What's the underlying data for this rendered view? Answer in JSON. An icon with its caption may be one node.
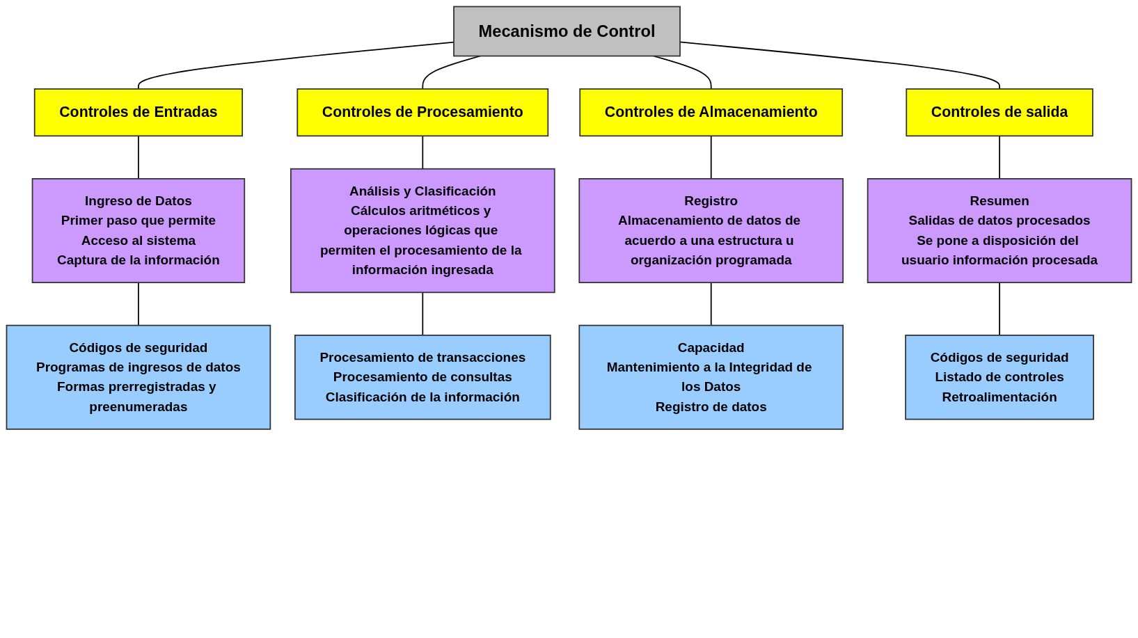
{
  "diagram": {
    "nodes": [
      {
        "text": [
          "Mecanismo de Control"
        ]
      },
      {
        "text": [
          "Controles de Entradas"
        ]
      },
      {
        "text": [
          "Controles de Procesamiento"
        ]
      },
      {
        "text": [
          "Controles de Almacenamiento"
        ]
      },
      {
        "text": [
          "Controles de salida"
        ]
      },
      {
        "text": [
          "Ingreso de Datos",
          "Primer paso que permite",
          "Acceso al sistema",
          "Captura de la información"
        ]
      },
      {
        "text": [
          "Análisis y Clasificación",
          "Cálculos aritméticos y operaciones lógicas que permiten el procesamiento de la información ingresada"
        ]
      },
      {
        "text": [
          "Registro",
          "Almacenamiento de datos de acuerdo a una estructura u organización programada"
        ]
      },
      {
        "text": [
          "Resumen",
          "Salidas de datos procesados",
          "Se pone a disposición del usuario información procesada"
        ]
      },
      {
        "text": [
          "Códigos de seguridad",
          "Programas de ingresos de datos",
          "Formas prerregistradas y preenumeradas"
        ]
      },
      {
        "text": [
          "Procesamiento de transacciones",
          "Procesamiento de consultas",
          "Clasificación de la información"
        ]
      },
      {
        "text": [
          "Capacidad",
          "Mantenimiento a la Integridad de los Datos",
          "Registro de datos"
        ]
      },
      {
        "text": [
          "Códigos de seguridad",
          "Listado de controles",
          "Retroalimentación"
        ]
      }
    ],
    "edges": [
      {
        "from": 0,
        "to": 1,
        "arrow": "none"
      },
      {
        "from": 0,
        "to": 2,
        "arrow": "none"
      },
      {
        "from": 0,
        "to": 3,
        "arrow": "none"
      },
      {
        "from": 0,
        "to": 4,
        "arrow": "none"
      },
      {
        "from": 1,
        "to": 5,
        "arrow": "none"
      },
      {
        "from": 2,
        "to": 6,
        "arrow": "none"
      },
      {
        "from": 3,
        "to": 7,
        "arrow": "none"
      },
      {
        "from": 4,
        "to": 8,
        "arrow": "none"
      },
      {
        "from": 5,
        "to": 9,
        "arrow": "none"
      },
      {
        "from": 6,
        "to": 10,
        "arrow": "none"
      },
      {
        "from": 7,
        "to": 11,
        "arrow": "none"
      },
      {
        "from": 8,
        "to": 12,
        "arrow": "none"
      }
    ]
  }
}
